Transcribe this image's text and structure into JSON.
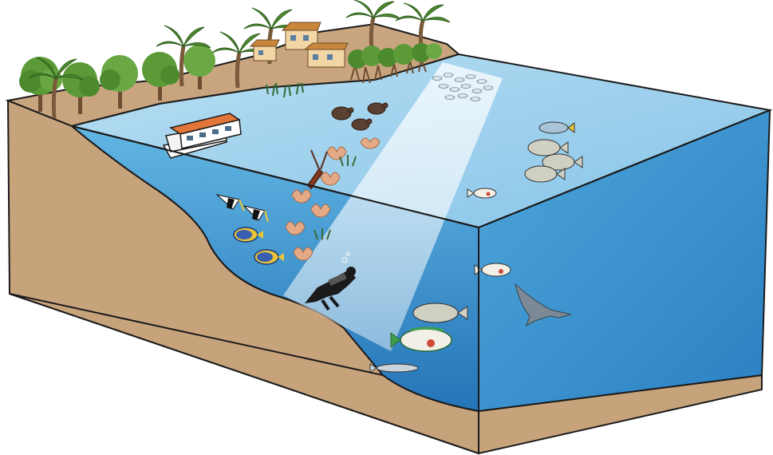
{
  "scene": {
    "type": "block-diagram",
    "elements": [
      "sandy-ground-block",
      "water-body",
      "tropical-shoreline",
      "palm-trees",
      "houses",
      "mangroves",
      "seagrass",
      "houseboat",
      "coral-reef",
      "scuba-diver",
      "angelfish",
      "moorish-idols",
      "sea-turtles",
      "fish-school",
      "reef-fish",
      "snapper",
      "parrotfish",
      "barracuda",
      "shark",
      "transect-light-beam"
    ]
  },
  "colors": {
    "sand": "#c7a37c",
    "sand_shadow": "#b48e67",
    "water_surface": "#9fd2ee",
    "water_front_top": "#5fb2e0",
    "water_front_bottom": "#2a7fc0",
    "water_side": "#3d95cf",
    "tree_green": "#5f9a3a",
    "tree_dark": "#3f7a2a",
    "trunk": "#7a5a3a",
    "house_wall": "#f4d7a8",
    "house_roof": "#c8863a",
    "boat_roof": "#e2753a",
    "beam": "#e8f4fb"
  }
}
